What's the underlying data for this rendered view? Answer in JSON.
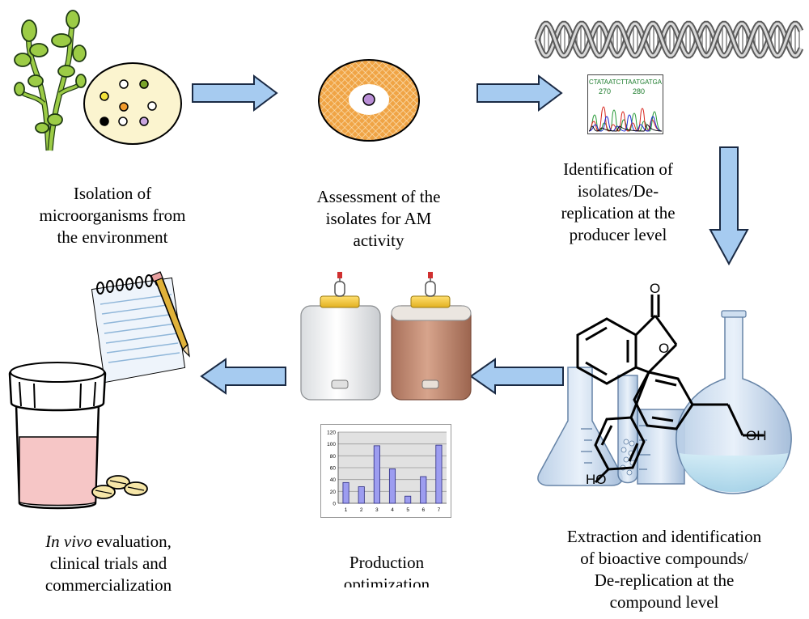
{
  "captions": {
    "isolation": [
      "Isolation of",
      "microorganisms from",
      "the environment"
    ],
    "assessment": [
      "Assessment of the",
      "isolates for AM",
      "activity"
    ],
    "identification": [
      "Identification of",
      "isolates/De-",
      "replication at the",
      "producer level"
    ],
    "extraction": [
      "Extraction and identification",
      "of bioactive compounds/",
      "De-replication at the",
      "compound level"
    ],
    "production": [
      "Production",
      "optimization"
    ],
    "invivo": {
      "italic": "In vivo",
      "rest": " evaluation,",
      "line2": "clinical trials and",
      "line3": "commercialization"
    }
  },
  "sequence": {
    "letters": "CTATAATCTTAATGATGA",
    "ticks": [
      "270",
      "280"
    ]
  },
  "chemistry": {
    "labels": [
      "O",
      "O",
      "HO",
      "OH"
    ]
  },
  "colors": {
    "arrow_fill": "#a6cbf0",
    "arrow_stroke": "#1a2a44",
    "petri_fill": "#fbf4cf",
    "orange_plate": "#f0a445",
    "bar_fill": "#9d9df0",
    "pink_jar": "#f6c6c6",
    "broth": "#c9937a"
  },
  "chart_data": {
    "type": "bar",
    "categories": [
      "1",
      "2",
      "3",
      "4",
      "5",
      "6",
      "7"
    ],
    "values": [
      35,
      28,
      97,
      58,
      12,
      45,
      98
    ],
    "ylim": [
      0,
      120
    ],
    "yticks": [
      "0",
      "20",
      "40",
      "60",
      "80",
      "100",
      "120"
    ],
    "grid": true,
    "title": "",
    "xlabel": "",
    "ylabel": ""
  }
}
